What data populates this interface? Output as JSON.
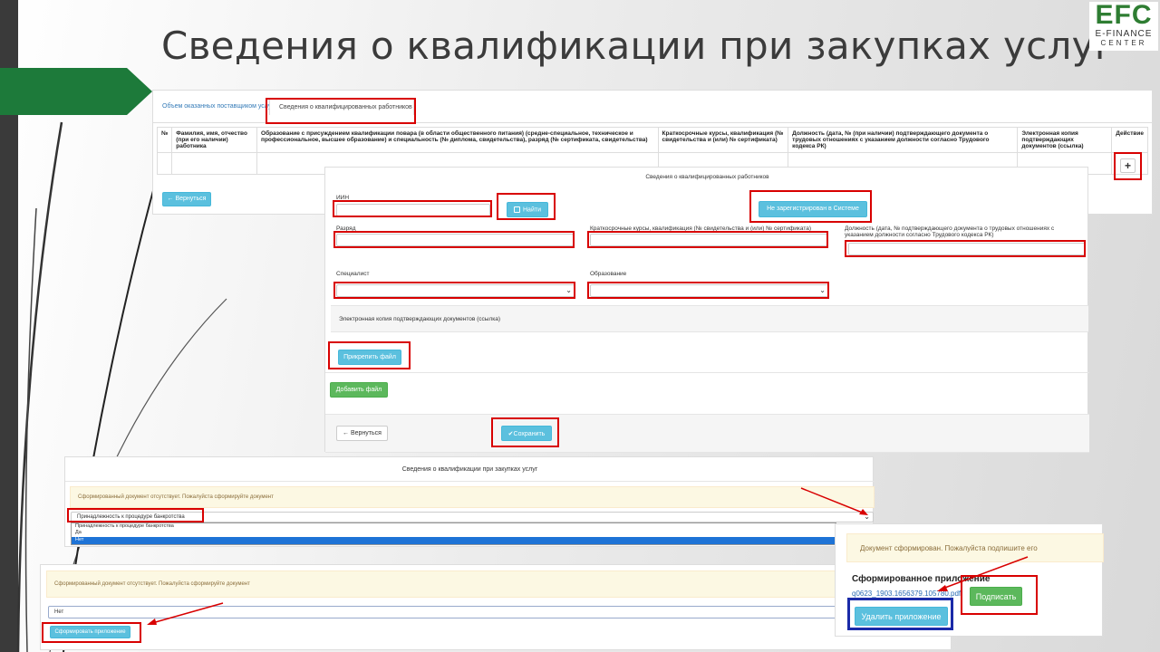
{
  "slide": {
    "title": "Сведения о квалификации при закупках услуг",
    "logo_big": "EFC",
    "logo_line1": "E-FINANCE",
    "logo_line2": "CENTER",
    "accent_green": "#1d7a3a"
  },
  "screen1": {
    "tab_volume": "Объем оказанных поставщиком услуг",
    "tab_qualified": "Сведения о квалифицированных работников",
    "columns": [
      "№",
      "Фамилия, имя, отчество (при его наличии) работника",
      "Образование с присуждением квалификации повара (в области общественного питания) (средне-специальное, техническое и профессиональное, высшее образование) и специальность (№ диплома, свидетельства), разряд (№ сертификата, свидетельства)",
      "Краткосрочные курсы, квалификация (№ свидетельства и (или) № сертификата)",
      "Должность (дата, № (при наличии) подтверждающего документа о трудовых отношениях с указанием должности согласно Трудового кодекса РК)",
      "Электронная копия подтверждающих документов (ссылка)",
      "Действие"
    ],
    "add_icon": "+",
    "back_button": "← Вернуться"
  },
  "screen2": {
    "title": "Сведения о квалифицированных работников",
    "iin_label": "ИИН",
    "find_button": "Найти",
    "find_icon": "search-icon",
    "not_registered_button": "Не зарегистрирован в Системе",
    "grade_label": "Разряд",
    "courses_label": "Краткосрочные курсы, квалификация (№ свидетельства и (или) № сертификата)",
    "position_label": "Должность (дата, № подтверждающего документа о трудовых отношениях с указанием должности согласно Трудового кодекса РК)",
    "specialist_label": "Специалист",
    "education_label": "Образование",
    "ecopy_label": "Электронная копия подтверждающих документов (ссылка)",
    "attach_button": "Прикрепить файл",
    "add_file_button": "Добавить файл",
    "back_button": "← Вернуться",
    "save_button": "✔Сохранить"
  },
  "screen3": {
    "title": "Сведения о квалификации при закупках услуг",
    "warning": "Сформированный документ отсутствует. Пожалуйста сформируйте документ",
    "select_value": "Принадлежность к процедуре банкротства",
    "options": [
      "Принадлежность к процедуре банкротства",
      "Да",
      "Нет"
    ]
  },
  "screen4": {
    "warning": "Сформированный документ отсутствует. Пожалуйста сформируйте документ",
    "select_value": "Нет",
    "generate_button": "Сформировать приложение"
  },
  "screen5": {
    "notice": "Документ сформирован. Пожалуйста подпишите его",
    "heading": "Сформированное приложение",
    "file_link": "q0623_1903.1656379.105780.pdf",
    "sign_button": "Подписать",
    "delete_button": "Удалить приложение"
  }
}
